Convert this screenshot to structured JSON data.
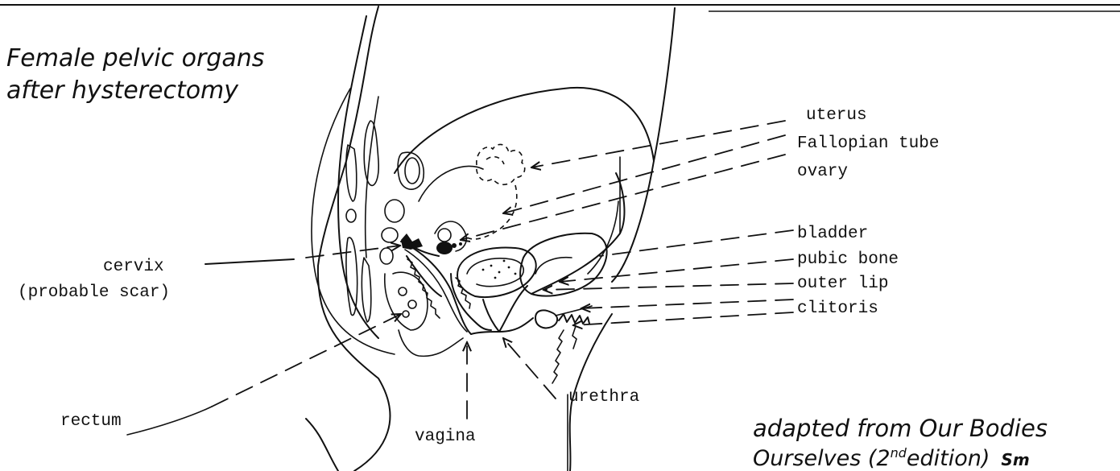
{
  "title": [
    "Female pelvic organs",
    "after hysterectomy"
  ],
  "credit": [
    "adapted from Our Bodies",
    "Ourselves (2",
    "nd",
    "edition)",
    "Sm"
  ],
  "labels": {
    "uterus": "uterus",
    "fallopian_tube": "Fallopian tube",
    "ovary": "ovary",
    "bladder": "bladder",
    "pubic_bone": "pubic bone",
    "outer_lip": "outer lip",
    "clitoris": "clitoris",
    "cervix": "cervix",
    "probable_scar": "(probable scar)",
    "rectum": "rectum",
    "vagina": "vagina",
    "urethra": "urethra"
  }
}
